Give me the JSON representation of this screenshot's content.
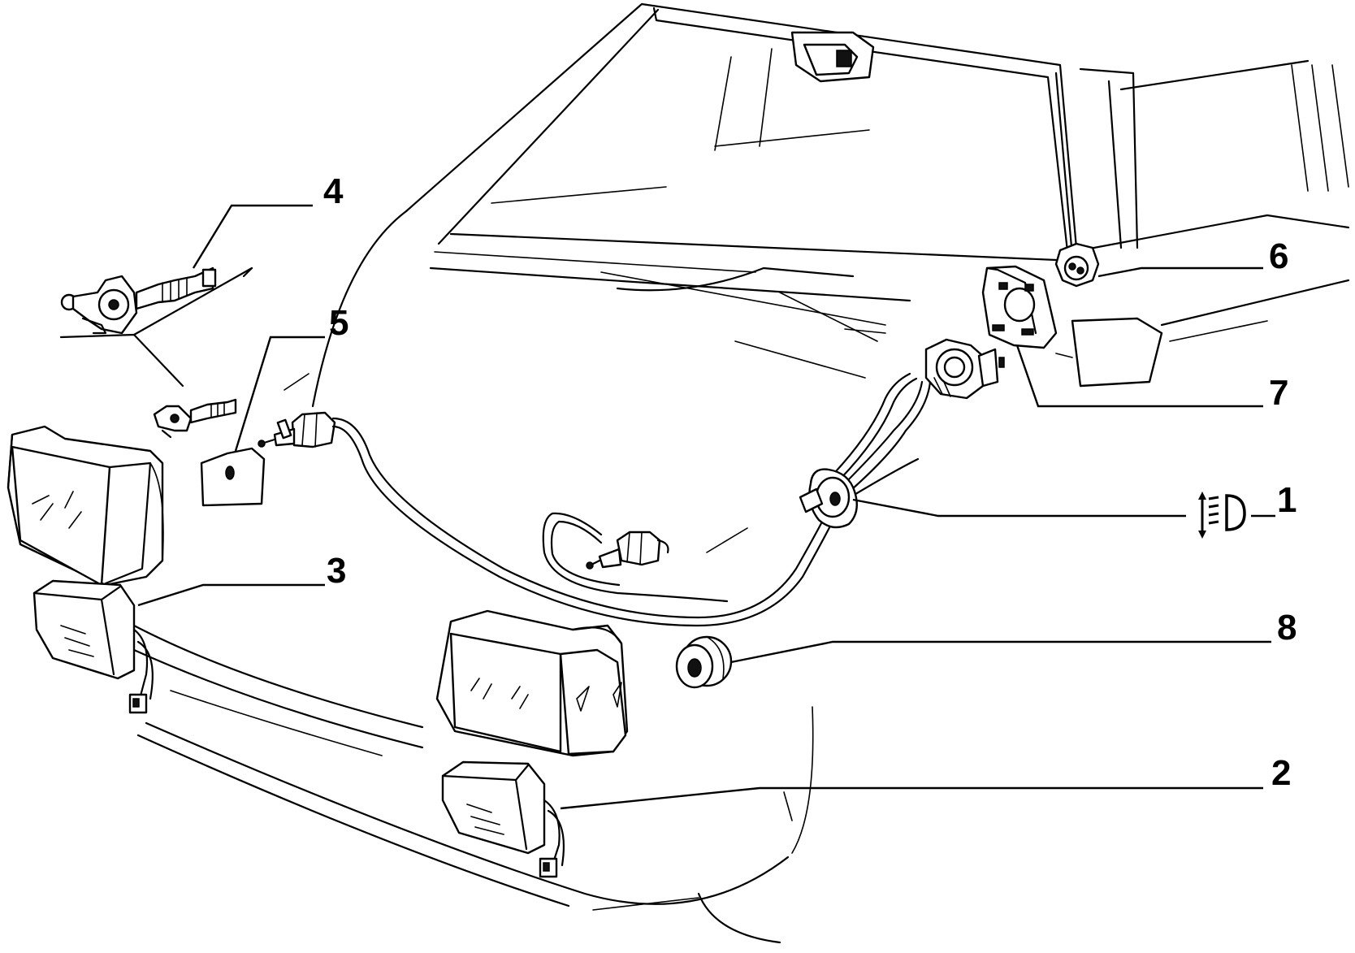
{
  "callouts": [
    {
      "id": "1",
      "label": "1"
    },
    {
      "id": "2",
      "label": "2"
    },
    {
      "id": "3",
      "label": "3"
    },
    {
      "id": "4",
      "label": "4"
    },
    {
      "id": "5",
      "label": "5"
    },
    {
      "id": "6",
      "label": "6"
    },
    {
      "id": "7",
      "label": "7"
    },
    {
      "id": "8",
      "label": "8"
    }
  ],
  "icons": {
    "headlamp_leveling": "headlamp-leveling-icon"
  }
}
